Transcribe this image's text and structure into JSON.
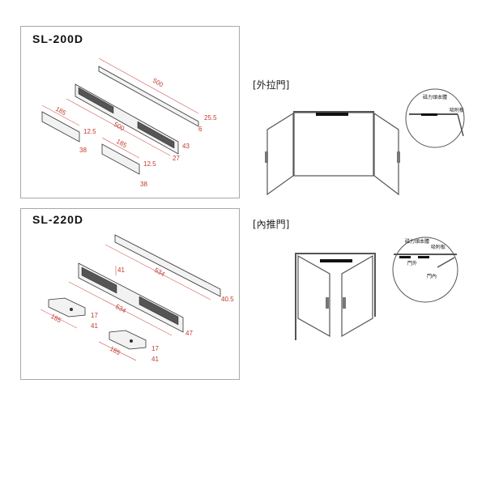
{
  "products": [
    {
      "model": "SL-200D",
      "dims": {
        "plate_length": "500",
        "plate_width": "25.5",
        "plate_thick": "6",
        "lock_length": "500",
        "lock_height": "43",
        "lock_depth": "27",
        "armature_length_1": "185",
        "armature_thick_1": "12.5",
        "armature_width_1": "38",
        "armature_length_2": "185",
        "armature_thick_2": "12.5",
        "armature_width_2": "38"
      }
    },
    {
      "model": "SL-220D",
      "dims": {
        "plate_length": "534",
        "plate_width": "40.5",
        "lock_length": "534",
        "lock_height": "47",
        "lock_depth": "41",
        "armature_length_1": "185",
        "armature_thick_1": "17",
        "armature_width_1": "41",
        "armature_length_2": "185",
        "armature_thick_2": "17",
        "armature_width_2": "41"
      }
    }
  ],
  "installations": [
    {
      "title": "[外拉門]",
      "labels": {
        "lock_body": "磁力頭本體",
        "armature": "吸附板"
      }
    },
    {
      "title": "[內推門]",
      "labels": {
        "lock_body": "磁力頭本體",
        "armature": "吸附板",
        "outside": "門外",
        "inside": "門內"
      }
    }
  ]
}
